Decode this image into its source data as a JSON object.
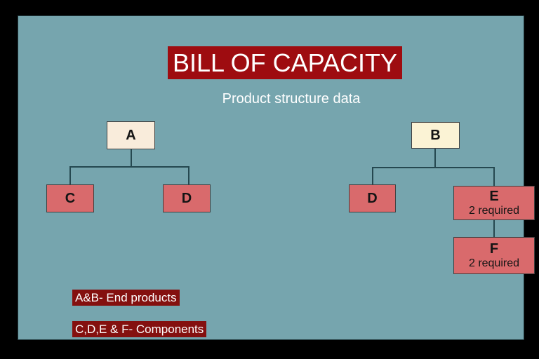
{
  "slide": {
    "title": "BILL OF CAPACITY",
    "subtitle": "Product structure data"
  },
  "colors": {
    "canvas": "#000000",
    "slide_bg": "#76a5ae",
    "title_bg": "#9e0c10",
    "title_text": "#ffffff",
    "legend_bg": "#84100f",
    "component_fill": "#d96a6c",
    "product_a_fill": "#f9ecdb",
    "product_b_fill": "#fbf3d5",
    "connector": "#254850"
  },
  "tree_a": {
    "root": "A",
    "child_left": "C",
    "child_right": "D"
  },
  "tree_b": {
    "root": "B",
    "child_left": "D",
    "child_right": "E",
    "child_right_note": "2 required",
    "grandchild": "F",
    "grandchild_note": "2 required"
  },
  "legend": {
    "end_products": "A&B- End products",
    "components": "C,D,E & F- Components"
  }
}
